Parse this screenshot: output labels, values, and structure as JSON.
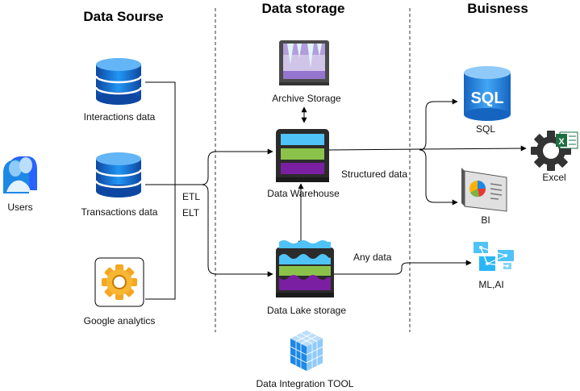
{
  "headers": {
    "source": "Data Sourse",
    "storage": "Data storage",
    "business": "Buisness"
  },
  "nodes": {
    "users": "Users",
    "interactions": "Interactions data",
    "transactions": "Transactions data",
    "google": "Google analytics",
    "archive": "Archive Storage",
    "warehouse": "Data Warehouse",
    "lake": "Data Lake storage",
    "integration": "Data Integration TOOL",
    "sql": "SQL",
    "excel": "Excel",
    "bi": "BI",
    "mlai": "ML,AI"
  },
  "edge_labels": {
    "etl": "ETL",
    "elt": "ELT",
    "structured": "Structured data",
    "any": "Any data"
  },
  "icons": {
    "sql_text": "SQL",
    "excel_badge": "X"
  },
  "colors": {
    "db_blue": "#1565c0",
    "warehouse_cyan": "#4fc3f7",
    "warehouse_green": "#8bc34a",
    "warehouse_purple": "#7b1fa2",
    "archive_purple": "#9575cd",
    "sql_blue": "#1e88e5",
    "gear_orange": "#f5a623",
    "excel_green": "#1d6f42"
  }
}
